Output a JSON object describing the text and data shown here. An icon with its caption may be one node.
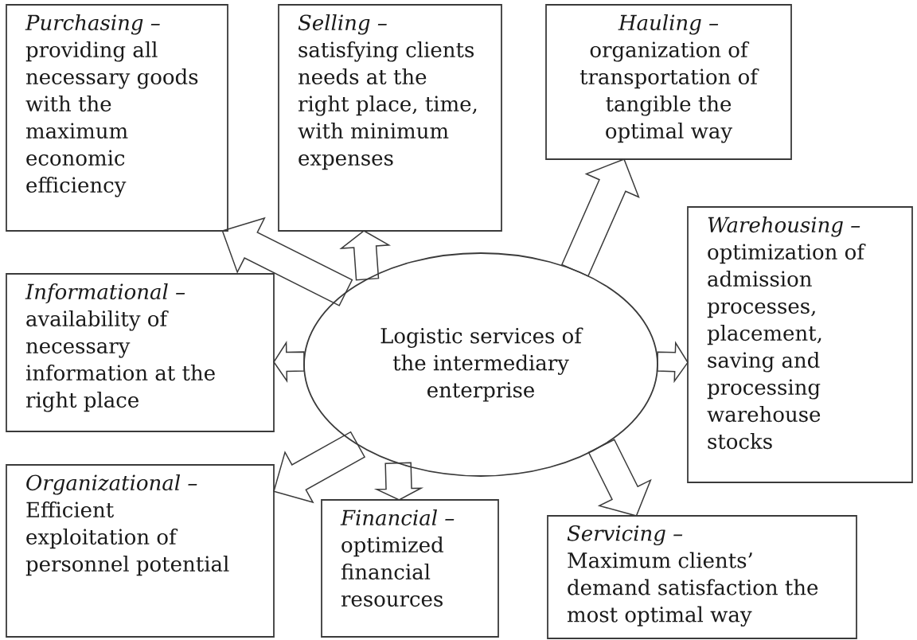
{
  "diagram": {
    "nodes": [
      {
        "text": [
          "Purchasing –",
          "providing all necessary goods with the maximum economic efficiency"
        ]
      },
      {
        "text": [
          "Selling –",
          "satisfying clients needs at the right place, time, with minimum expenses"
        ]
      },
      {
        "text": [
          "Hauling –",
          "organization of transportation of tangible the optimal way"
        ]
      },
      {
        "text": [
          "Informational –",
          "availability of necessary information at the right place"
        ]
      },
      {
        "text": [
          "Logistic services of the intermediary enterprise"
        ]
      },
      {
        "text": [
          "Warehousing –",
          "optimization of admission processes, placement, saving and processing warehouse stocks"
        ]
      },
      {
        "text": [
          "Organizational –",
          "Efficient exploitation of personnel potential"
        ]
      },
      {
        "text": [
          "Financial –",
          "optimized financial resources"
        ]
      },
      {
        "text": [
          "Servicing –",
          "Maximum clients’ demand satisfaction the most optimal way"
        ]
      }
    ],
    "edges": [
      {
        "from": 4,
        "to": 0,
        "arrow": "to"
      },
      {
        "from": 4,
        "to": 1,
        "arrow": "to"
      },
      {
        "from": 4,
        "to": 2,
        "arrow": "to"
      },
      {
        "from": 4,
        "to": 3,
        "arrow": "to"
      },
      {
        "from": 4,
        "to": 5,
        "arrow": "to"
      },
      {
        "from": 4,
        "to": 6,
        "arrow": "to"
      },
      {
        "from": 4,
        "to": 7,
        "arrow": "to"
      },
      {
        "from": 4,
        "to": 8,
        "arrow": "to"
      }
    ]
  }
}
